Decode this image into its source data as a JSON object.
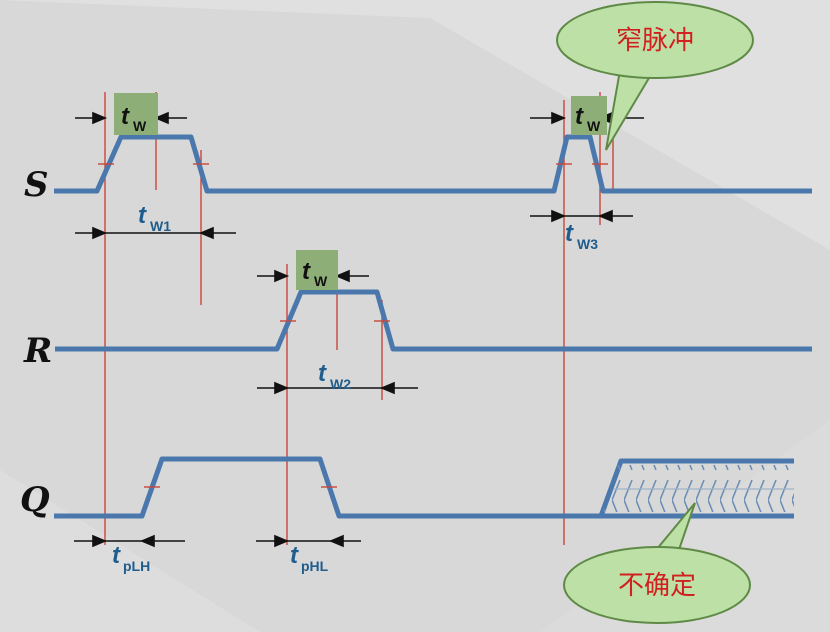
{
  "signals": {
    "s": "S",
    "r": "R",
    "q": "Q"
  },
  "timing_labels": {
    "tw_main": "t",
    "tw_sub": "W",
    "tw1_main": "t",
    "tw1_sub": "W1",
    "tw2_main": "t",
    "tw2_sub": "W2",
    "tw3_main": "t",
    "tw3_sub": "W3",
    "tplh_main": "t",
    "tplh_sub": "pLH",
    "tphl_main": "t",
    "tphl_sub": "pHL"
  },
  "callouts": {
    "narrow_pulse": "窄脉冲",
    "indeterminate": "不确定"
  },
  "colors": {
    "waveform": "#4a78ad",
    "guide": "#c9473a",
    "tw_box": "#8eae77",
    "callout_fill": "#bde0a7",
    "callout_border": "#5f8a46",
    "callout_text": "#d21f1f"
  }
}
